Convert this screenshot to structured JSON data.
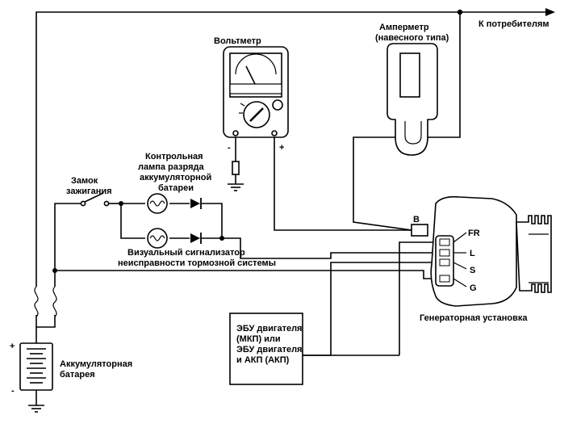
{
  "labels": {
    "to_consumers": "К потребителям",
    "voltmeter": "Вольтметр",
    "ammeter_line1": "Амперметр",
    "ammeter_line2": "(навесного типа)",
    "ignition_line1": "Замок",
    "ignition_line2": "зажигания",
    "lamp_line1": "Контрольная",
    "lamp_line2": "лампа разряда",
    "lamp_line3": "аккумуляторной",
    "lamp_line4": "батареи",
    "brake_line1": "Визуальный сигнализатор",
    "brake_line2": "неисправности тормозной системы",
    "ecu_line1": "ЭБУ двигателя",
    "ecu_line2": "(МКП) или",
    "ecu_line3": "ЭБУ двигателя",
    "ecu_line4": "и АКП (АКП)",
    "generator": "Генераторная установка",
    "battery_line1": "Аккумуляторная",
    "battery_line2": "батарея",
    "battery_plus": "+",
    "battery_minus": "-",
    "volt_minus": "-",
    "volt_plus": "+",
    "term_b": "B",
    "term_fr": "FR",
    "term_l": "L",
    "term_s": "S",
    "term_g": "G"
  }
}
